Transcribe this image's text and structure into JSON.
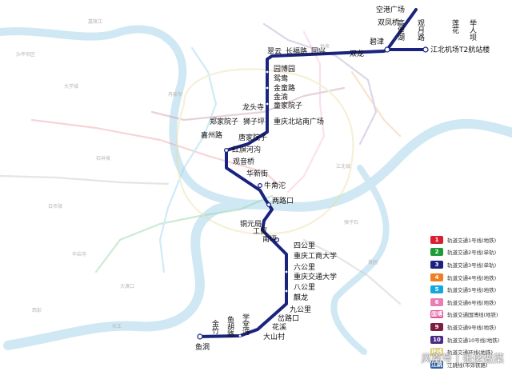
{
  "line3": {
    "color": "#1a237e",
    "stations": {
      "konggang_guangchang": "空港广场",
      "gaobaohu": "高堡湖",
      "guanyuelu": "观月路",
      "lianhua": "莲花",
      "juren_ba": "举人坝",
      "shuangfengqiao": "双凤桥",
      "bijin": "碧津",
      "shuanglong": "双龙",
      "jiangbei_airport_t2": "江北机场T2航站楼",
      "cuiyun": "翠云",
      "changfulu": "长福路",
      "huixing": "回兴",
      "yuanboyuan": "园博园",
      "yuanyang": "鸳鸯",
      "jinzhulu": "金童路",
      "jinyu": "金渝",
      "tongjiayuanzi": "童家院子",
      "longtousi": "龙头寺",
      "zhengjiayuanzi": "郑家院子",
      "shiziping": "狮子坪",
      "chongqing_north_south": "重庆北站南广场",
      "jiazhoulu": "嘉州路",
      "tangjiayuanzi": "唐家院子",
      "hongqihegou": "红旗河沟",
      "guanyinqiao": "观音桥",
      "huaxinjie": "华新街",
      "niujiaotuo": "牛角沱",
      "lianglukou": "两路口",
      "tongyuanju": "铜元局",
      "gongmao": "工贸",
      "nanping": "南坪",
      "sigongli": "四公里",
      "ctbu": "重庆工商大学",
      "liugongli": "六公里",
      "cjtu": "重庆交通大学",
      "bagongli": "八公里",
      "qilong": "麒龙",
      "jiugongli": "九公里",
      "qiaolukou": "岔路口",
      "huaxi": "花溪",
      "dashancun": "大山村",
      "xuetangwan": "学堂湾",
      "yuhulu": "鱼胡路",
      "jinzhu": "金竹",
      "yudong": "鱼洞"
    }
  },
  "river_labels": {
    "jialing": "嘉陵江",
    "changjiang": "长江"
  },
  "legend": [
    {
      "badge": "1",
      "label": "轨道交通1号线(地铁)",
      "color": "#d81e30"
    },
    {
      "badge": "2",
      "label": "轨道交通2号线(单轨)",
      "color": "#1f9a3a"
    },
    {
      "badge": "3",
      "label": "轨道交通3号线(单轨)",
      "color": "#1a237e"
    },
    {
      "badge": "4",
      "label": "轨道交通4号线(地铁)",
      "color": "#ef7d22"
    },
    {
      "badge": "5",
      "label": "轨道交通5号线(地铁)",
      "color": "#16a7e0"
    },
    {
      "badge": "6",
      "label": "轨道交通6号线(地铁)",
      "color": "#e87fb4"
    },
    {
      "badge": "国博",
      "label": "轨道交通国博线(地铁)",
      "color": "#e0569a"
    },
    {
      "badge": "9",
      "label": "轨道交通9号线(地铁)",
      "color": "#7d1d3f"
    },
    {
      "badge": "10",
      "label": "轨道交通10号线(地铁)",
      "color": "#4a2b85"
    },
    {
      "badge": "环线",
      "label": "轨道交通环线(地铁)",
      "color": "#d8c66a"
    },
    {
      "badge": "江跳",
      "label": "江跳线(市郊铁路)",
      "color": "#2f5fa6"
    }
  ],
  "watermark": "风凰号 | 张佬做菜"
}
